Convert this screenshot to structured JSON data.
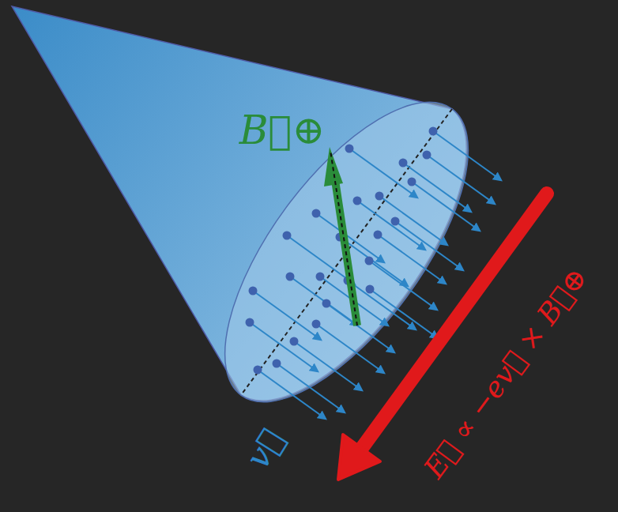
{
  "diagram": {
    "labels": [
      "B⃗⊕",
      "v⃗",
      "E⃗ ∝ −ev⃗ × B⃗⊕"
    ]
  }
}
